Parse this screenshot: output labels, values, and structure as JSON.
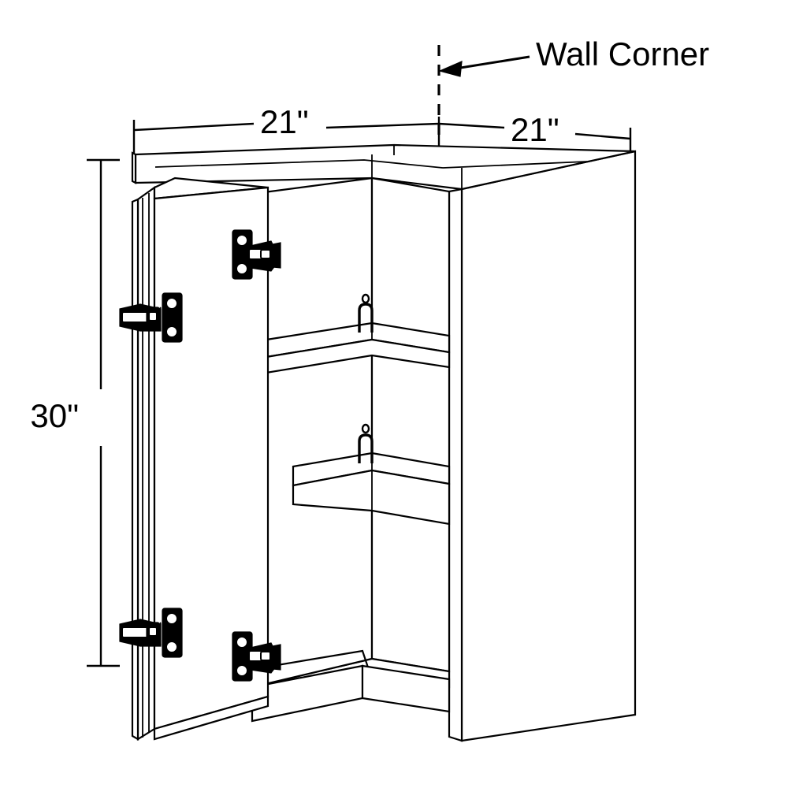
{
  "drawing": {
    "title": "Corner Wall Cabinet Line Drawing",
    "subject": "corner-wall-cabinet",
    "view": "isometric-open-door",
    "line_color": "#000000",
    "background_color": "#ffffff",
    "face_fill": "#ffffff"
  },
  "annotations": {
    "wall_corner": {
      "label": "Wall Corner",
      "leader_style": "arrow",
      "points_to": "dashed-vertical-corner-line"
    }
  },
  "dimensions": {
    "width_left": {
      "label": "21\"",
      "value": 21,
      "unit": "in",
      "orientation": "horizontal",
      "side": "left"
    },
    "width_right": {
      "label": "21\"",
      "value": 21,
      "unit": "in",
      "orientation": "horizontal",
      "side": "right"
    },
    "height": {
      "label": "30\"",
      "value": 30,
      "unit": "in",
      "orientation": "vertical",
      "side": "left"
    }
  },
  "components": {
    "door_front_panel": "door-front-panel",
    "door_side_panel": "door-side-panel",
    "cabinet_top": "cabinet-top-panel",
    "cabinet_bottom": "cabinet-bottom-panel",
    "right_side_panel": "right-side-panel",
    "back_panel_left": "back-panel-left",
    "back_panel_right": "back-panel-right",
    "shelf_upper": "upper-shelf",
    "shelf_lower": "lower-shelf",
    "hinges": [
      "hinge-top-left",
      "hinge-top-right",
      "hinge-bottom-left",
      "hinge-bottom-right"
    ],
    "shelf_clips": [
      "shelf-clip-upper",
      "shelf-clip-lower"
    ],
    "shelf_pin_holes": [
      "shelf-pin-hole-upper",
      "shelf-pin-hole-lower"
    ]
  }
}
